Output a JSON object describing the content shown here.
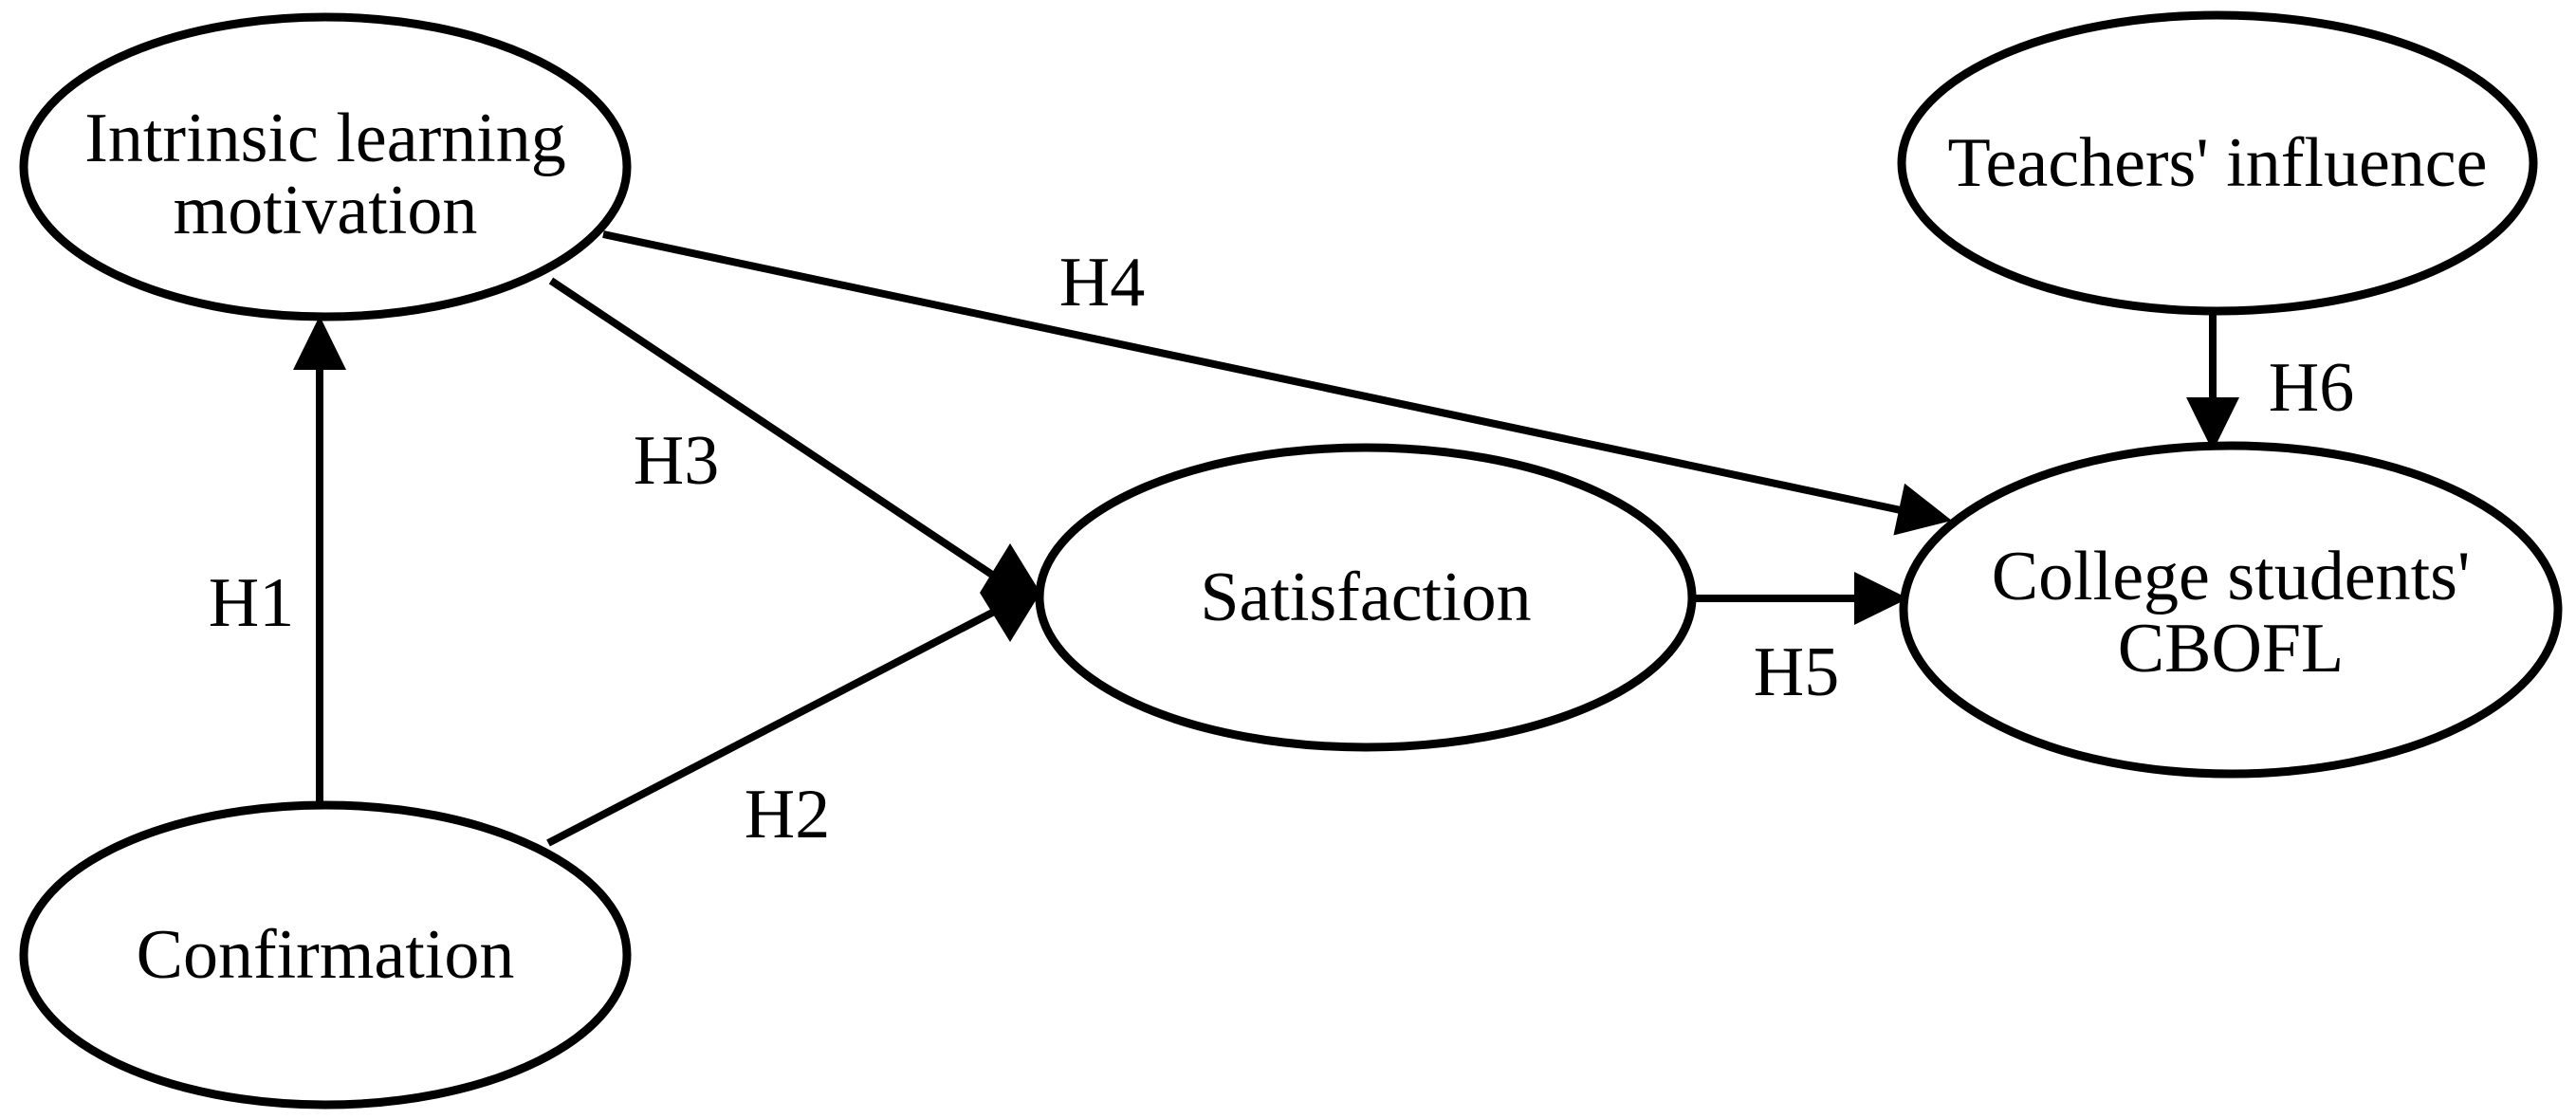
{
  "figure": {
    "type": "path-model-diagram",
    "background_color": "#ffffff",
    "stroke_color": "#000000",
    "nodes": [
      {
        "id": "intrinsic-learning-motivation",
        "lines": [
          "Intrinsic learning",
          "motivation"
        ]
      },
      {
        "id": "confirmation",
        "lines": [
          "Confirmation"
        ]
      },
      {
        "id": "satisfaction",
        "lines": [
          "Satisfaction"
        ]
      },
      {
        "id": "teachers-influence",
        "lines": [
          "Teachers' influence"
        ]
      },
      {
        "id": "college-students-cbofl",
        "lines": [
          "College students'",
          "CBOFL"
        ]
      }
    ],
    "hypotheses": [
      {
        "label": "H1",
        "from": "confirmation",
        "to": "intrinsic-learning-motivation"
      },
      {
        "label": "H2",
        "from": "confirmation",
        "to": "satisfaction"
      },
      {
        "label": "H3",
        "from": "intrinsic-learning-motivation",
        "to": "satisfaction"
      },
      {
        "label": "H4",
        "from": "intrinsic-learning-motivation",
        "to": "college-students-cbofl"
      },
      {
        "label": "H5",
        "from": "satisfaction",
        "to": "college-students-cbofl"
      },
      {
        "label": "H6",
        "from": "teachers-influence",
        "to": "college-students-cbofl"
      }
    ]
  }
}
